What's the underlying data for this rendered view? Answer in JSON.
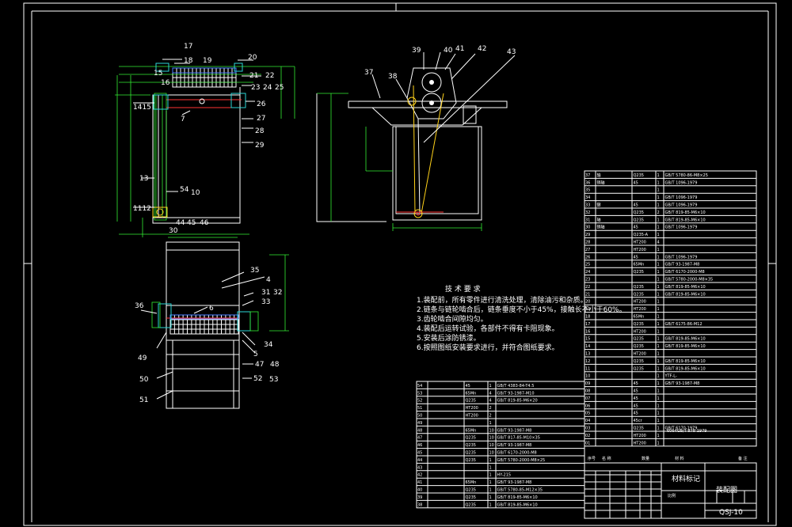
{
  "drawing": {
    "leader_labels": {
      "l1": "17",
      "l2": "18",
      "l3": "19",
      "l4": "20",
      "l5": "15",
      "l6": "16",
      "l7": "21",
      "l8": "22",
      "l9": "23",
      "l10": "24",
      "l11": "25",
      "l12": "26",
      "l13": "27",
      "l14": "28",
      "l15": "29",
      "l16": "1415",
      "l17": "7",
      "l18": "13",
      "l19": "54",
      "l20": "10",
      "l21": "1112",
      "l22": "30",
      "l23": "44",
      "l24": "45",
      "l25": "46",
      "l26": "39",
      "l27": "40",
      "l28": "41",
      "l29": "42",
      "l30": "43",
      "l31": "37",
      "l32": "38",
      "l33": "35",
      "l34": "4",
      "l35": "36",
      "l36": "6",
      "l37": "31",
      "l38": "32",
      "l39": "33",
      "l40": "34",
      "l41": "5",
      "l42": "49",
      "l43": "47",
      "l44": "48",
      "l45": "50",
      "l46": "52",
      "l47": "53",
      "l48": "51"
    }
  },
  "tech_notes": {
    "title": "技 术 要 求",
    "items": [
      "1.装配前，所有零件进行清洗处理，清除油污和杂质。",
      "2.链条与链轮啮合后，链条垂度不小于45%，接触长不小于60%。",
      "3.齿轮啮合间隙均匀。",
      "4.装配后运转试验，各部件不得有卡阻现象。",
      "5.安装后涂防锈漆。",
      "6.按照图纸安装要求进行，并符合图纸要求。"
    ]
  },
  "bom_right": [
    {
      "no": "37",
      "name": "轴",
      "spec": "Q235",
      "qty": "1",
      "std": "GB/T 5780-86-M8×25"
    },
    {
      "no": "36",
      "name": "销轴",
      "spec": "45",
      "qty": "1",
      "std": "GB/T 1096-1979"
    },
    {
      "no": "35",
      "name": "",
      "spec": "",
      "qty": "1",
      "std": ""
    },
    {
      "no": "34",
      "name": "",
      "spec": "",
      "qty": "1",
      "std": "GB/T 1096-1979"
    },
    {
      "no": "33",
      "name": "键",
      "spec": "45",
      "qty": "1",
      "std": "GB/T 1096-1979"
    },
    {
      "no": "32",
      "name": "",
      "spec": "Q235",
      "qty": "2",
      "std": "GB/T 819-85-M6×10"
    },
    {
      "no": "31",
      "name": "轴",
      "spec": "Q235",
      "qty": "1",
      "std": "GB/T 819-85-M6×10"
    },
    {
      "no": "30",
      "name": "销轴",
      "spec": "45",
      "qty": "1",
      "std": "GB/T 1096-1979"
    },
    {
      "no": "29",
      "name": "",
      "spec": "Q235-A",
      "qty": "1",
      "std": ""
    },
    {
      "no": "28",
      "name": "",
      "spec": "HT200",
      "qty": "4",
      "std": ""
    },
    {
      "no": "27",
      "name": "",
      "spec": "HT200",
      "qty": "1",
      "std": ""
    },
    {
      "no": "26",
      "name": "",
      "spec": "45",
      "qty": "1",
      "std": "GB/T 1096-1979"
    },
    {
      "no": "25",
      "name": "",
      "spec": "65Mn",
      "qty": "1",
      "std": "GB/T 93-1987-M8"
    },
    {
      "no": "24",
      "name": "",
      "spec": "Q235",
      "qty": "1",
      "std": "GB/T 6170-2000-M8"
    },
    {
      "no": "23",
      "name": "",
      "spec": "",
      "qty": "1",
      "std": "GB/T 5780-2000-M8×35"
    },
    {
      "no": "22",
      "name": "",
      "spec": "Q235",
      "qty": "1",
      "std": "GB/T 819-85-M6×10"
    },
    {
      "no": "21",
      "name": "",
      "spec": "Q235",
      "qty": "1",
      "std": "GB/T 819-85-M6×10"
    },
    {
      "no": "20",
      "name": "",
      "spec": "HT200",
      "qty": "1",
      "std": ""
    },
    {
      "no": "19",
      "name": "",
      "spec": "HT200",
      "qty": "1",
      "std": ""
    },
    {
      "no": "18",
      "name": "",
      "spec": "65Mn",
      "qty": "1",
      "std": ""
    },
    {
      "no": "17",
      "name": "",
      "spec": "Q235",
      "qty": "1",
      "std": "GB/T 6175-86-M12"
    },
    {
      "no": "16",
      "name": "",
      "spec": "HT200",
      "qty": "1",
      "std": ""
    },
    {
      "no": "15",
      "name": "",
      "spec": "Q235",
      "qty": "1",
      "std": "GB/T 819-85-M6×10"
    },
    {
      "no": "14",
      "name": "",
      "spec": "Q235",
      "qty": "1",
      "std": "GB/T 819-85-M6×10"
    },
    {
      "no": "13",
      "name": "",
      "spec": "HT200",
      "qty": "1",
      "std": ""
    },
    {
      "no": "12",
      "name": "",
      "spec": "Q235",
      "qty": "1",
      "std": "GB/T 819-85-M6×10"
    },
    {
      "no": "11",
      "name": "",
      "spec": "Q235",
      "qty": "1",
      "std": "GB/T 819-85-M6×10"
    },
    {
      "no": "10",
      "name": "",
      "spec": "",
      "qty": "1",
      "std": "YTF-L-"
    },
    {
      "no": "09",
      "name": "",
      "spec": "45",
      "qty": "1",
      "std": "GB/T 93-1987-M8"
    },
    {
      "no": "08",
      "name": "",
      "spec": "45",
      "qty": "1",
      "std": ""
    },
    {
      "no": "07",
      "name": "",
      "spec": "45",
      "qty": "1",
      "std": ""
    },
    {
      "no": "06",
      "name": "",
      "spec": "45",
      "qty": "1",
      "std": ""
    },
    {
      "no": "05",
      "name": "",
      "spec": "45",
      "qty": "1",
      "std": ""
    },
    {
      "no": "04",
      "name": "",
      "spec": "45cr",
      "qty": "1",
      "std": ""
    },
    {
      "no": "03",
      "name": "",
      "spec": "Q235",
      "qty": "1",
      "std": "GB/T 6170-1979"
    },
    {
      "no": "02",
      "name": "",
      "spec": "HT200",
      "qty": "1",
      "std": ""
    },
    {
      "no": "01",
      "name": "",
      "spec": "HT200",
      "qty": "1",
      "std": ""
    }
  ],
  "bom_left": [
    {
      "no": "54",
      "name": "",
      "spec": "45",
      "qty": "1",
      "std": "GB/T 4383-84-T4.5"
    },
    {
      "no": "53",
      "name": "",
      "spec": "65Mn",
      "qty": "4",
      "std": "GB/T 93-1987-M10"
    },
    {
      "no": "52",
      "name": "",
      "spec": "Q235",
      "qty": "4",
      "std": "GB/T 819-85-M6×20"
    },
    {
      "no": "51",
      "name": "",
      "spec": "HT200",
      "qty": "2",
      "std": ""
    },
    {
      "no": "50",
      "name": "",
      "spec": "HT200",
      "qty": "2",
      "std": ""
    },
    {
      "no": "49",
      "name": "",
      "spec": "",
      "qty": "1",
      "std": ""
    },
    {
      "no": "48",
      "name": "",
      "spec": "65Mn",
      "qty": "10",
      "std": "GB/T 93-1987-M8"
    },
    {
      "no": "47",
      "name": "",
      "spec": "Q235",
      "qty": "10",
      "std": "GB/T 817-85-M10×35"
    },
    {
      "no": "46",
      "name": "",
      "spec": "Q235",
      "qty": "10",
      "std": "GB/T 93-1987-M8"
    },
    {
      "no": "45",
      "name": "",
      "spec": "Q235",
      "qty": "10",
      "std": "GB/T 6170-2000-M8"
    },
    {
      "no": "44",
      "name": "",
      "spec": "Q235",
      "qty": "1",
      "std": "GB/T 5780-2000-M8×25"
    },
    {
      "no": "43",
      "name": "",
      "spec": "",
      "qty": "1",
      "std": ""
    },
    {
      "no": "42",
      "name": "",
      "spec": "",
      "qty": "1",
      "std": "HY-215"
    },
    {
      "no": "41",
      "name": "",
      "spec": "65Mn",
      "qty": "1",
      "std": "GB/T 93-1987-M8"
    },
    {
      "no": "40",
      "name": "",
      "spec": "Q235",
      "qty": "1",
      "std": "GB/T 5780-85-M12×35"
    },
    {
      "no": "39",
      "name": "",
      "spec": "Q235",
      "qty": "1",
      "std": "GB/T 819-85-M6×10"
    },
    {
      "no": "38",
      "name": "",
      "spec": "Q235",
      "qty": "1",
      "std": "GB/T 819-85-M6×10"
    }
  ],
  "title_block": {
    "material": "材料标记",
    "drawing_name": "装配图",
    "drawing_code": "QSJ-10",
    "scale_head": "比例",
    "col_no": "序号",
    "col_name": "名 称",
    "col_qty": "数量",
    "col_mat": "材 料",
    "col_note": "备 注",
    "side_note": "6064GB/T 878-1979"
  }
}
